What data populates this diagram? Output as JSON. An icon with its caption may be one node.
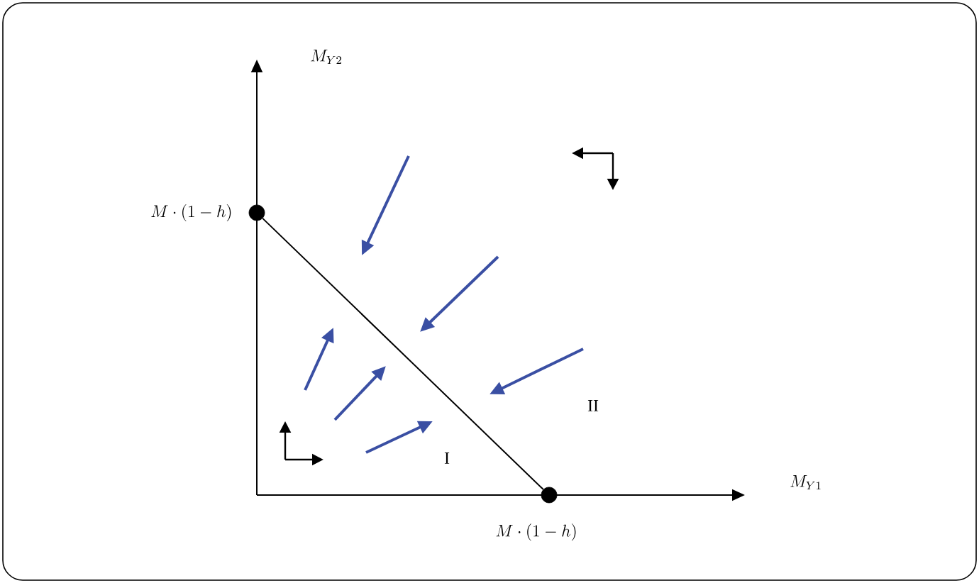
{
  "diagram": {
    "nodes": [
      {
        "text": [],
        "shape": "circle",
        "beside": [
          "M \\cdot (1-h)"
        ]
      },
      {
        "text": [],
        "shape": "circle",
        "beside": [
          "M \\cdot (1-h)"
        ]
      }
    ],
    "edges": [
      {
        "from": 0,
        "to": 1,
        "arrow": "none"
      }
    ],
    "labels": [
      "M_{Y2}",
      "M_{Y1}",
      "I",
      "II"
    ]
  }
}
